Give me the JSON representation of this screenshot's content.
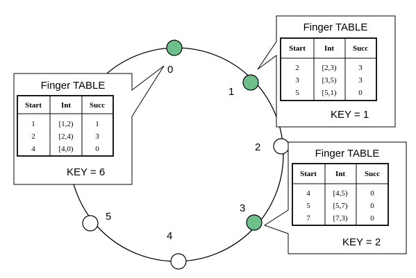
{
  "ring": {
    "active_color": "#6dbf8c",
    "inactive_color": "#ffffff",
    "nodes": [
      {
        "label": "0",
        "active": true
      },
      {
        "label": "1",
        "active": true
      },
      {
        "label": "2",
        "active": false
      },
      {
        "label": "3",
        "active": true
      },
      {
        "label": "4",
        "active": false
      },
      {
        "label": "5",
        "active": false
      }
    ]
  },
  "tables": {
    "node0": {
      "title": "Finger TABLE",
      "headers": [
        "Start",
        "Int",
        "Succ"
      ],
      "rows": [
        [
          "1",
          "[1,2)",
          "1"
        ],
        [
          "2",
          "[2,4)",
          "3"
        ],
        [
          "4",
          "[4,0)",
          "0"
        ]
      ],
      "key": "KEY = 6"
    },
    "node1": {
      "title": "Finger TABLE",
      "headers": [
        "Start",
        "Int",
        "Succ"
      ],
      "rows": [
        [
          "2",
          "[2,3)",
          "3"
        ],
        [
          "3",
          "[3,5)",
          "3"
        ],
        [
          "5",
          "[5,1)",
          "0"
        ]
      ],
      "key": "KEY = 1"
    },
    "node3": {
      "title": "Finger TABLE",
      "headers": [
        "Start",
        "Int",
        "Succ"
      ],
      "rows": [
        [
          "4",
          "[4,5)",
          "0"
        ],
        [
          "5",
          "[5,7)",
          "0"
        ],
        [
          "7",
          "[7,3)",
          "0"
        ]
      ],
      "key": "KEY = 2"
    }
  }
}
